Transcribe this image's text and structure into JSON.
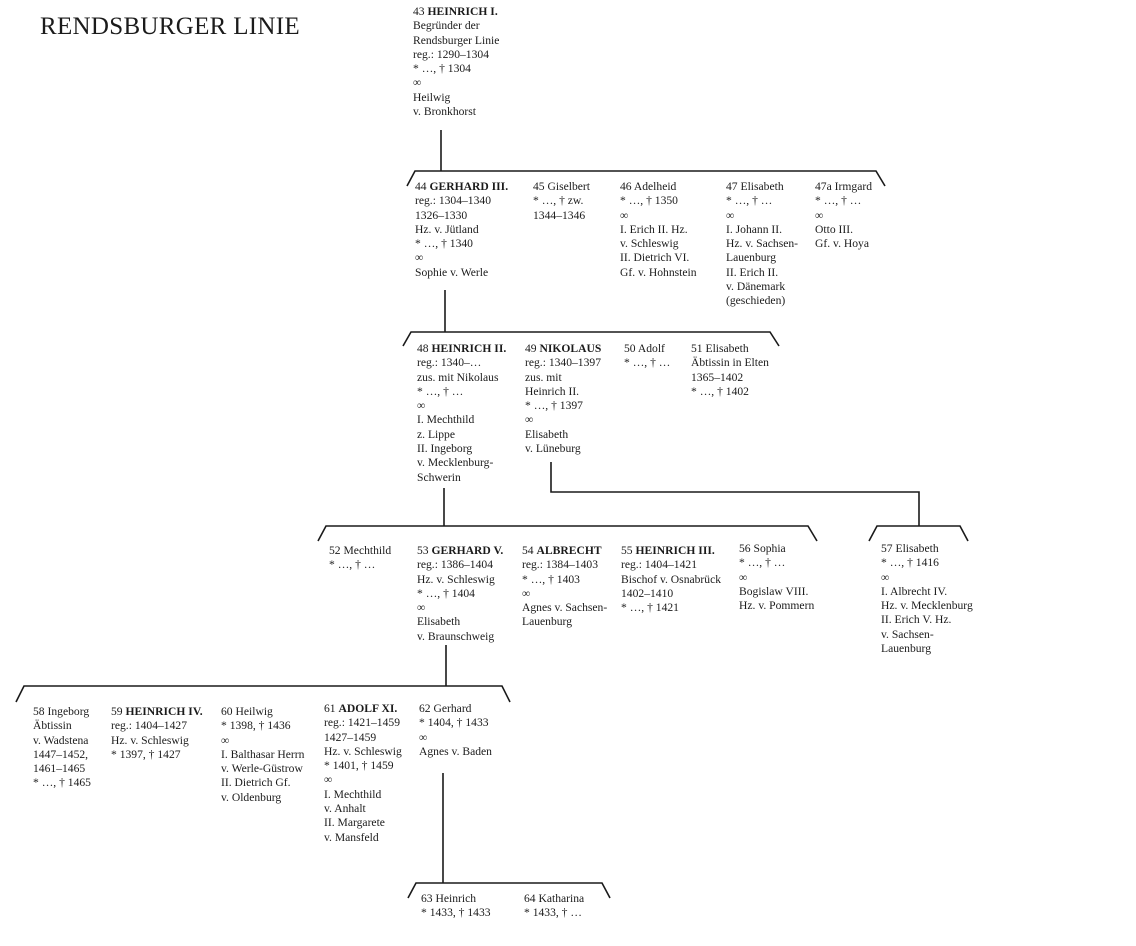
{
  "title": "RENDSBURGER LINIE",
  "persons": {
    "p43": {
      "num": "43",
      "name": "HEINRICH I.",
      "bold": true,
      "lines": [
        "Begründer der",
        "Rendsburger Linie",
        "reg.: 1290–1304",
        "* …, † 1304",
        "∞",
        "Heilwig",
        "v. Bronkhorst"
      ]
    },
    "p44": {
      "num": "44",
      "name": "GERHARD III.",
      "bold": true,
      "lines": [
        "reg.: 1304–1340",
        "1326–1330",
        "Hz. v. Jütland",
        "* …, † 1340",
        "∞",
        "Sophie v. Werle"
      ]
    },
    "p45": {
      "num": "45",
      "name": "Giselbert",
      "bold": false,
      "lines": [
        "* …, † zw.",
        "1344–1346"
      ]
    },
    "p46": {
      "num": "46",
      "name": "Adelheid",
      "bold": false,
      "lines": [
        "* …, † 1350",
        "∞",
        "I. Erich II. Hz.",
        "v. Schleswig",
        "II. Dietrich VI.",
        "Gf. v. Hohnstein"
      ]
    },
    "p47": {
      "num": "47",
      "name": "Elisabeth",
      "bold": false,
      "lines": [
        "* …, † …",
        "∞",
        "I. Johann II.",
        "Hz. v. Sachsen-",
        "Lauenburg",
        "II. Erich II.",
        "v. Dänemark",
        "(geschieden)"
      ]
    },
    "p47a": {
      "num": "47a",
      "name": "Irmgard",
      "bold": false,
      "lines": [
        "* …, † …",
        "∞",
        "Otto III.",
        "Gf. v. Hoya"
      ]
    },
    "p48": {
      "num": "48",
      "name": "HEINRICH II.",
      "bold": true,
      "lines": [
        "reg.: 1340–…",
        "zus. mit Nikolaus",
        "* …, † …",
        "∞",
        "I. Mechthild",
        "z. Lippe",
        "II. Ingeborg",
        "v. Mecklenburg-",
        "Schwerin"
      ]
    },
    "p49": {
      "num": "49",
      "name": "NIKOLAUS",
      "bold": true,
      "lines": [
        "reg.: 1340–1397",
        "zus. mit",
        "Heinrich II.",
        "* …, † 1397",
        "∞",
        "Elisabeth",
        "v. Lüneburg"
      ]
    },
    "p50": {
      "num": "50",
      "name": "Adolf",
      "bold": false,
      "lines": [
        "* …, † …"
      ]
    },
    "p51": {
      "num": "51",
      "name": "Elisabeth",
      "bold": false,
      "lines": [
        "Äbtissin in Elten",
        "1365–1402",
        "* …, † 1402"
      ]
    },
    "p52": {
      "num": "52",
      "name": "Mechthild",
      "bold": false,
      "lines": [
        "* …, † …"
      ]
    },
    "p53": {
      "num": "53",
      "name": "GERHARD V.",
      "bold": true,
      "lines": [
        "reg.: 1386–1404",
        "Hz. v. Schleswig",
        "* …, † 1404",
        "∞",
        "Elisabeth",
        "v. Braunschweig"
      ]
    },
    "p54": {
      "num": "54",
      "name": "ALBRECHT",
      "bold": true,
      "lines": [
        "reg.: 1384–1403",
        "* …, † 1403",
        "∞",
        "Agnes v. Sachsen-",
        "Lauenburg"
      ]
    },
    "p55": {
      "num": "55",
      "name": "HEINRICH III.",
      "bold": true,
      "lines": [
        "reg.: 1404–1421",
        "Bischof v. Osnabrück",
        "1402–1410",
        "* …, † 1421"
      ]
    },
    "p56": {
      "num": "56",
      "name": "Sophia",
      "bold": false,
      "lines": [
        "* …, † …",
        "∞",
        "Bogislaw VIII.",
        "Hz. v. Pommern"
      ]
    },
    "p57": {
      "num": "57",
      "name": "Elisabeth",
      "bold": false,
      "lines": [
        "* …, † 1416",
        "∞",
        "I. Albrecht IV.",
        "Hz. v. Mecklenburg",
        "II. Erich V. Hz.",
        "v. Sachsen-",
        "Lauenburg"
      ]
    },
    "p58": {
      "num": "58",
      "name": "Ingeborg",
      "bold": false,
      "lines": [
        "Äbtissin",
        "v. Wadstena",
        "1447–1452,",
        "1461–1465",
        "* …, † 1465"
      ]
    },
    "p59": {
      "num": "59",
      "name": "HEINRICH IV.",
      "bold": true,
      "lines": [
        "reg.: 1404–1427",
        "Hz. v. Schleswig",
        "* 1397, † 1427"
      ]
    },
    "p60": {
      "num": "60",
      "name": "Heilwig",
      "bold": false,
      "lines": [
        "* 1398, † 1436",
        "∞",
        "I. Balthasar Herrn",
        "v. Werle-Güstrow",
        "II. Dietrich Gf.",
        "v. Oldenburg"
      ]
    },
    "p61": {
      "num": "61",
      "name": "ADOLF XI.",
      "bold": true,
      "lines": [
        "reg.: 1421–1459",
        "1427–1459",
        "Hz. v. Schleswig",
        "* 1401, † 1459",
        "∞",
        "I. Mechthild",
        "v. Anhalt",
        "II. Margarete",
        "v. Mansfeld"
      ]
    },
    "p62": {
      "num": "62",
      "name": "Gerhard",
      "bold": false,
      "lines": [
        "* 1404, † 1433",
        "∞",
        "Agnes v. Baden"
      ]
    },
    "p63": {
      "num": "63",
      "name": "Heinrich",
      "bold": false,
      "lines": [
        "* 1433, † 1433"
      ]
    },
    "p64": {
      "num": "64",
      "name": "Katharina",
      "bold": false,
      "lines": [
        "* 1433, † …"
      ]
    }
  }
}
